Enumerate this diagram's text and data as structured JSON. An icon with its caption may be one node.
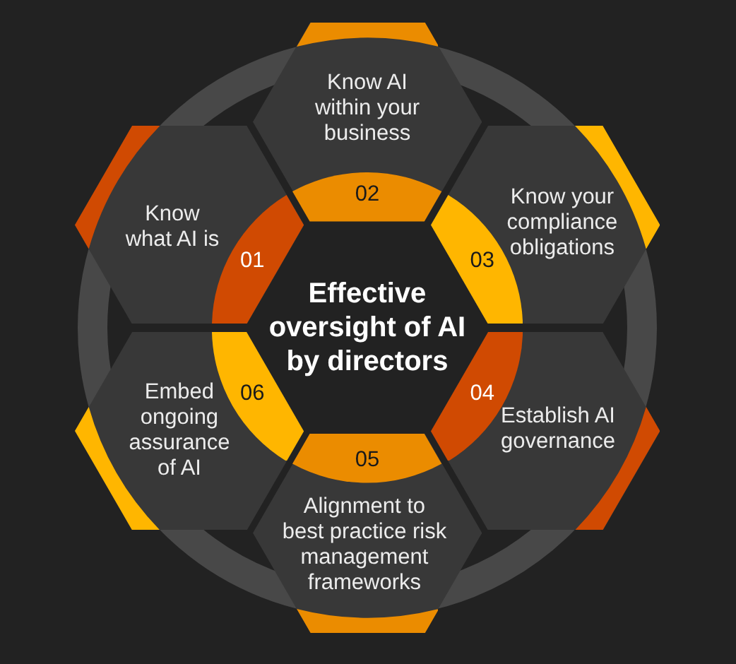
{
  "diagram": {
    "nodes": [
      {
        "text": [
          "Effective oversight of AI by directors"
        ]
      },
      {
        "text": [
          "Know what AI is"
        ]
      },
      {
        "text": [
          "01"
        ],
        "in": 1
      },
      {
        "text": [],
        "shape": "bar",
        "in": 1
      },
      {
        "text": [
          "Know AI within your business"
        ]
      },
      {
        "text": [
          "02"
        ],
        "in": 4
      },
      {
        "text": [],
        "shape": "bar",
        "in": 4
      },
      {
        "text": [
          "Know your compliance obligations"
        ]
      },
      {
        "text": [
          "03"
        ],
        "in": 7
      },
      {
        "text": [],
        "shape": "bar",
        "in": 7
      },
      {
        "text": [
          "Establish AI governance"
        ]
      },
      {
        "text": [
          "04"
        ],
        "in": 10
      },
      {
        "text": [],
        "shape": "bar",
        "in": 10
      },
      {
        "text": [
          "Alignment to best practice risk management frameworks"
        ]
      },
      {
        "text": [
          "05"
        ],
        "in": 13
      },
      {
        "text": [],
        "shape": "bar",
        "in": 13
      },
      {
        "text": [
          "Embed ongoing assurance of AI"
        ]
      },
      {
        "text": [
          "06"
        ],
        "in": 16
      },
      {
        "text": [],
        "shape": "bar",
        "in": 16
      }
    ]
  }
}
